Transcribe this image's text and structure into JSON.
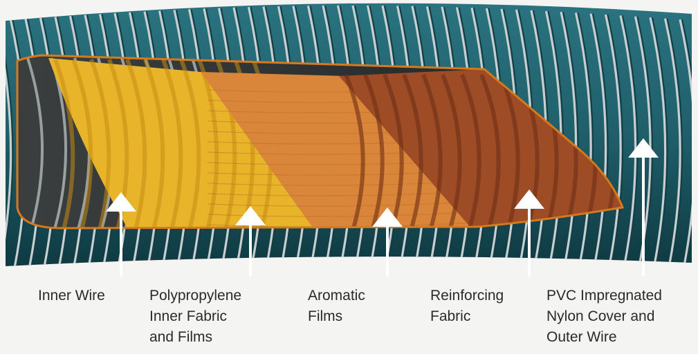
{
  "diagram": {
    "layers": [
      {
        "id": "inner-wire",
        "label": "Inner Wire"
      },
      {
        "id": "polypropylene",
        "label": "Polypropylene\nInner Fabric\nand Films"
      },
      {
        "id": "aromatic",
        "label": "Aromatic\nFilms"
      },
      {
        "id": "reinforcing",
        "label": "Reinforcing\nFabric"
      },
      {
        "id": "pvc-cover",
        "label": "PVC Impregnated\nNylon Cover and\nOuter Wire"
      }
    ],
    "colors": {
      "cover": "#1f5f6a",
      "cover_dark": "#123e46",
      "wire": "#c9ced0",
      "inner_dark": "#2a2f30",
      "polypropylene": "#e8b52a",
      "aromatic": "#d9853a",
      "reinforcing": "#9d4c26",
      "arrow": "#ffffff"
    }
  }
}
